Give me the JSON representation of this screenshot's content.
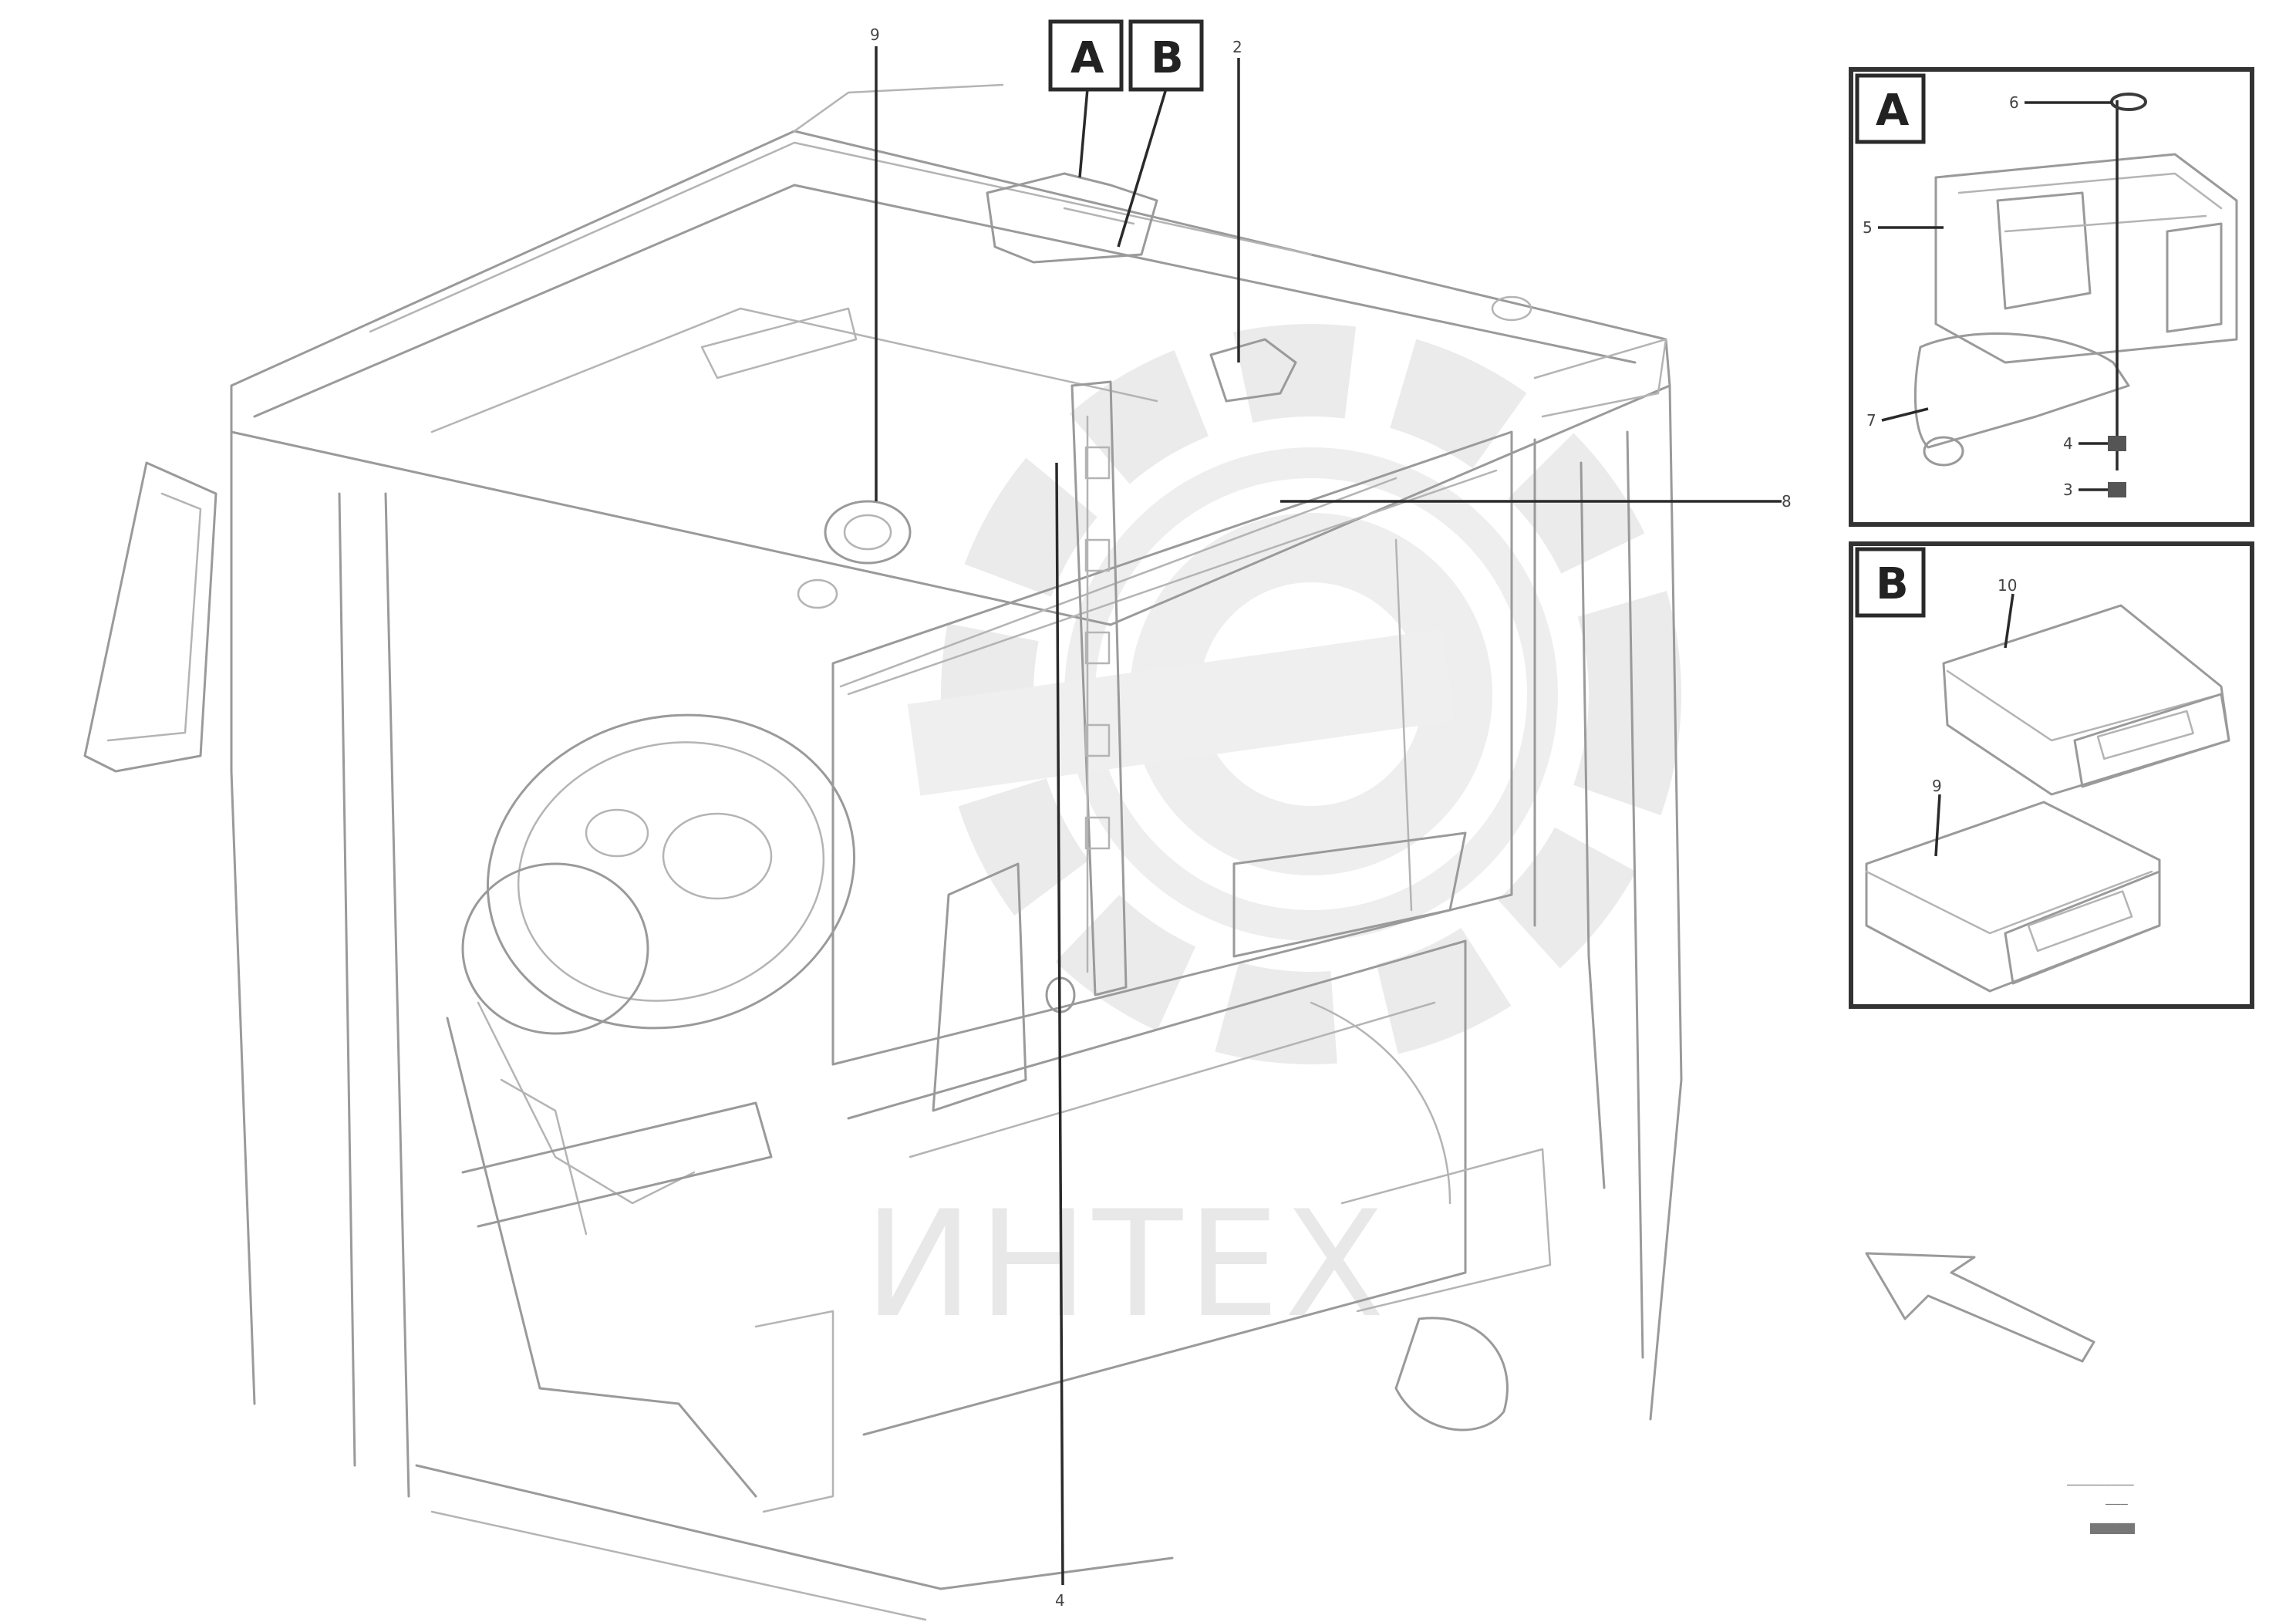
{
  "diagram": {
    "detail_tags": {
      "a": "A",
      "b": "B"
    },
    "callouts": {
      "top_left": "9",
      "top_right": "2",
      "right_side": "8",
      "bottom": "4",
      "detail_a_top": "6",
      "detail_a_left": "5",
      "detail_a_lower_left": "7",
      "detail_a_bottom_1": "4",
      "detail_a_bottom_2": "3",
      "detail_b_top": "10",
      "detail_b_lower": "9"
    },
    "watermark": {
      "text": "ИНТЕХ"
    },
    "reference_code": {
      "line_1": "—————————",
      "line_2": "———",
      "line_3": "▆▆▆▆▆▆"
    },
    "colors": {
      "linework": "#9a9a9a",
      "frame": "#333333",
      "watermark": "#e6e6e6"
    }
  }
}
